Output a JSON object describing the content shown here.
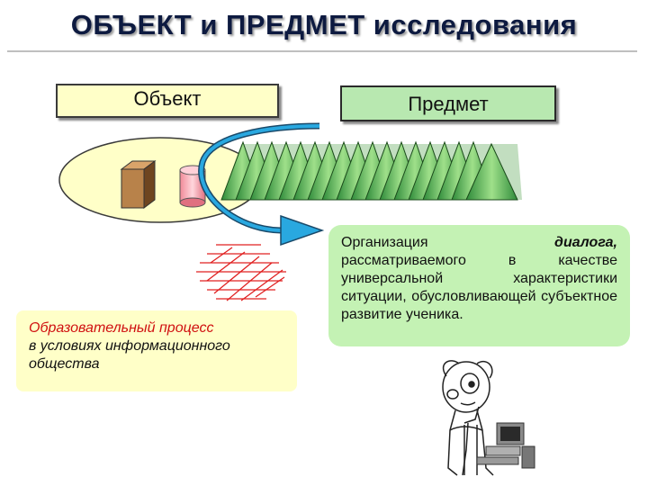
{
  "title": "ОБЪЕКТ и ПРЕДМЕТ исследования",
  "object_label": "Объект",
  "subject_label": "Предмет",
  "education": {
    "line1": "Образовательный процесс",
    "line2": "в условиях информационного",
    "line3": "общества"
  },
  "dialog": {
    "before": "Организация ",
    "bold": "диалога,",
    "after": " рассматриваемого в качестве универсальной характеристики ситуации, обусловливающей субъектное развитие ученика."
  },
  "colors": {
    "yellow_box": "#ffffc8",
    "green_box": "#b8e8b0",
    "arrow_blue": "#29a8e0",
    "red_grid": "#e02020"
  }
}
